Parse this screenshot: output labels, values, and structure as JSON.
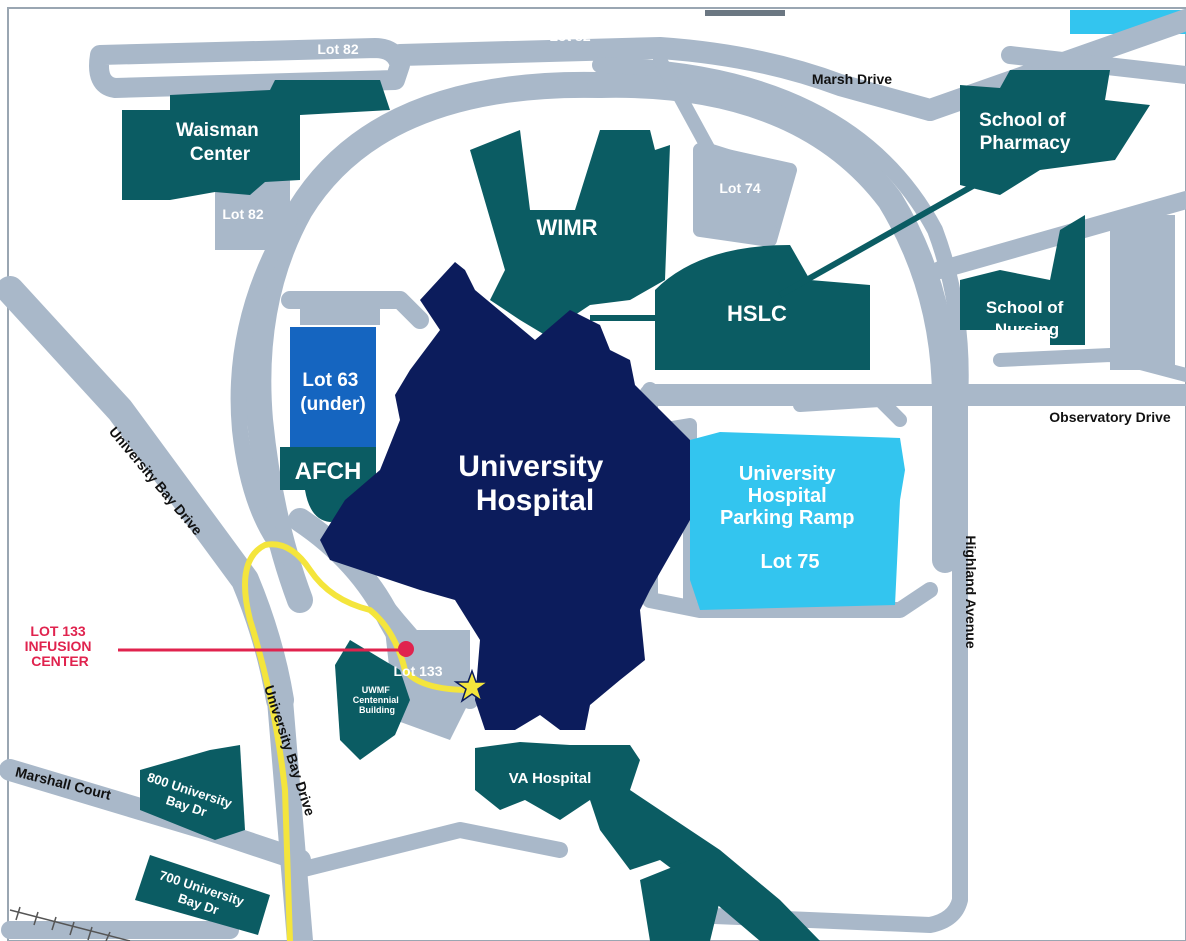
{
  "map": {
    "buildings": {
      "university_hospital": [
        "University",
        "Hospital"
      ],
      "waisman": [
        "Waisman",
        "Center"
      ],
      "wimr": "WIMR",
      "hslc": "HSLC",
      "pharmacy": [
        "School of",
        "Pharmacy"
      ],
      "nursing": [
        "School of",
        "Nursing"
      ],
      "afch": "AFCH",
      "lot63": [
        "Lot 63",
        "(under)"
      ],
      "ramp": [
        "University",
        "Hospital",
        "Parking Ramp",
        "Lot 75"
      ],
      "uwmf": [
        "UWMF",
        "Centennial",
        "Building"
      ],
      "va": "VA Hospital",
      "bay800": [
        "800 University",
        "Bay Dr"
      ],
      "bay700": [
        "700 University",
        "Bay Dr"
      ]
    },
    "lots": {
      "lot82_a": "Lot 82",
      "lot82_b": "Lot 82",
      "lot82_c": "Lot 82",
      "lot74": "Lot 74",
      "lot133": "Lot 133"
    },
    "streets": {
      "marsh": "Marsh Drive",
      "observatory": "Observatory Drive",
      "highland": "Highland Avenue",
      "univ_bay_1": "University Bay Drive",
      "univ_bay_2": "University Bay Drive",
      "marshall": "Marshall Court"
    },
    "callout": [
      "LOT 133",
      "INFUSION",
      "CENTER"
    ],
    "colors": {
      "building": "#0b5c63",
      "hospital": "#0c1c5c",
      "road": "#a9b8c9",
      "lot63": "#1565c0",
      "ramp": "#33c5ef",
      "route": "#f4e53c",
      "callout": "#e0234e"
    },
    "icons": [
      "destination-star-icon",
      "callout-pin-icon"
    ]
  }
}
